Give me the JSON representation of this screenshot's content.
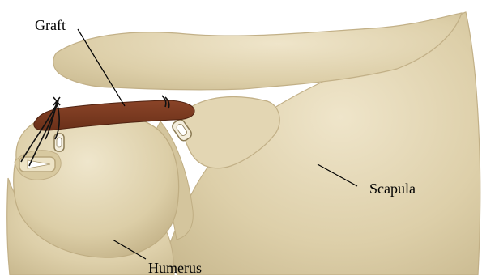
{
  "labels": {
    "graft": "Graft",
    "scapula": "Scapula",
    "humerus": "Humerus"
  },
  "colors": {
    "background": "#ffffff",
    "bone": "#ddcfa9",
    "bone_shadow": "#c9b88f",
    "bone_highlight": "#ece2c6",
    "graft": "#7a3a22",
    "anchor": "#f2ecdc",
    "suture": "#111111",
    "leader_line": "#000000"
  }
}
